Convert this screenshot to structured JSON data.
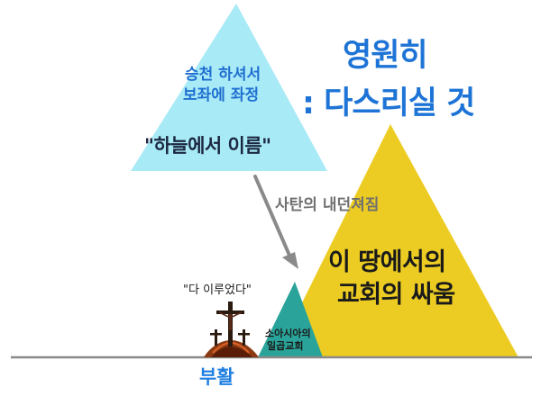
{
  "heaven": {
    "line1": "승천 하셔서",
    "line2": "보좌에 좌정",
    "name": "\"하늘에서 이름\"",
    "color": "#a9eaf7"
  },
  "forever": {
    "line1": "영원히",
    "line2": ": 다스리실 것",
    "color": "#1e74d6"
  },
  "satan": {
    "label": "사탄의 내던져짐",
    "arrow_color": "#8a8a8a"
  },
  "earth": {
    "line1": "이 땅에서의",
    "line2": "교회의 싸움",
    "color": "#eccc22"
  },
  "asia": {
    "line1": "소아시아의",
    "line2": "일곱교회",
    "color": "#2aa49a"
  },
  "cross": {
    "caption": "\"다 이루었다\"",
    "icon": "crucifixion-icon"
  },
  "resurrection": {
    "label": "부활"
  },
  "ground_color": "#8a8a8a"
}
